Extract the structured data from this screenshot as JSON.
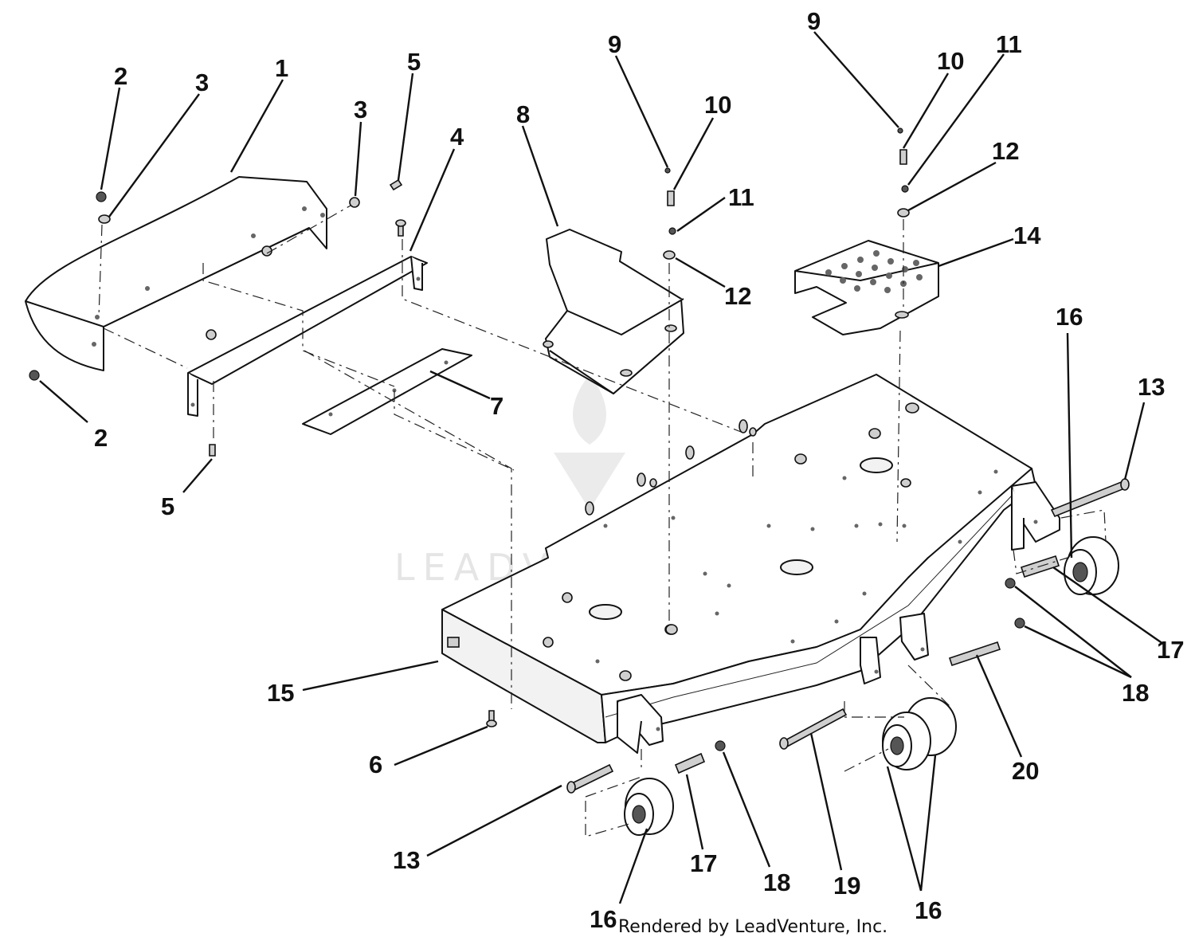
{
  "callouts": {
    "c1": "1",
    "c2a": "2",
    "c2b": "2",
    "c3a": "3",
    "c3b": "3",
    "c4": "4",
    "c5a": "5",
    "c5b": "5",
    "c6": "6",
    "c7": "7",
    "c8": "8",
    "c9a": "9",
    "c9b": "9",
    "c10a": "10",
    "c10b": "10",
    "c11a": "11",
    "c11b": "11",
    "c12a": "12",
    "c12b": "12",
    "c13a": "13",
    "c13b": "13",
    "c14": "14",
    "c15": "15",
    "c16a": "16",
    "c16b": "16",
    "c16c": "16",
    "c17a": "17",
    "c17b": "17",
    "c18a": "18",
    "c18b": "18",
    "c19": "19",
    "c20": "20"
  },
  "watermark": "LEADVENTURE",
  "footer": {
    "credit": "Rendered by LeadVenture, Inc."
  }
}
